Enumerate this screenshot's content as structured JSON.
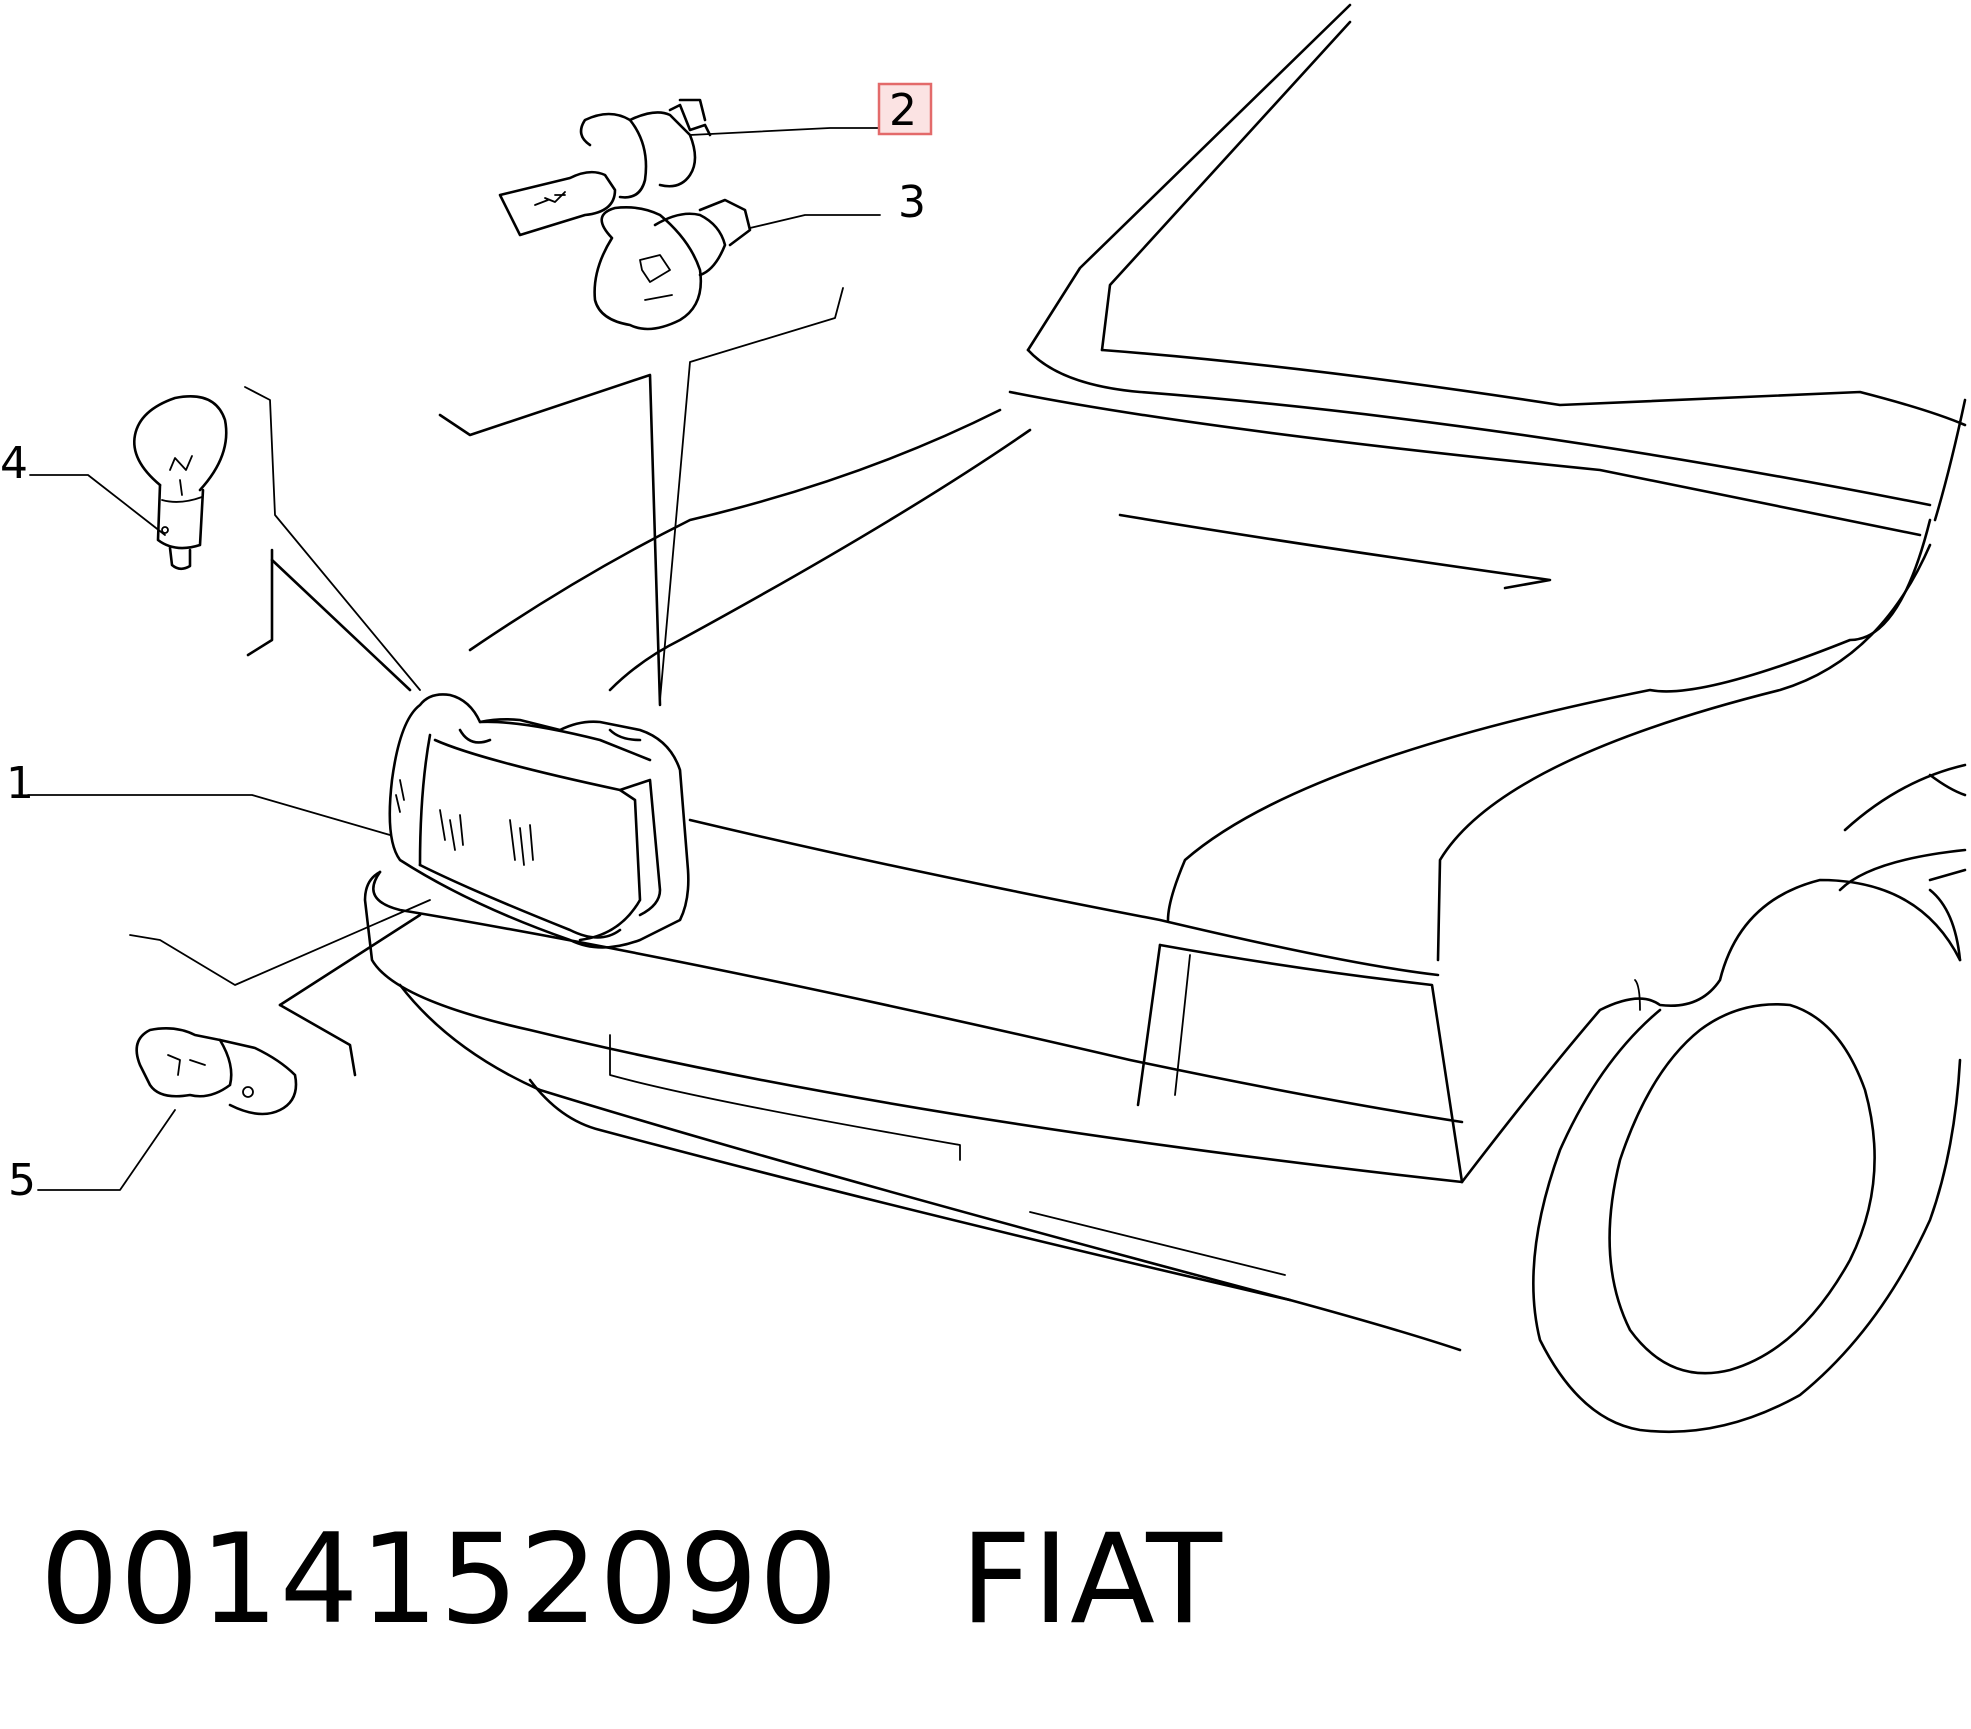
{
  "diagram": {
    "callouts": [
      {
        "id": "1",
        "label": "1",
        "part": "headlamp-assembly"
      },
      {
        "id": "2",
        "label": "2",
        "part": "halogen-bulb",
        "highlighted": true
      },
      {
        "id": "3",
        "label": "3",
        "part": "wedge-bulb"
      },
      {
        "id": "4",
        "label": "4",
        "part": "bayonet-bulb"
      },
      {
        "id": "5",
        "label": "5",
        "part": "small-bayonet-bulb"
      }
    ],
    "highlight_color": "#e36a6a"
  },
  "caption": {
    "part_number": "0014152090",
    "brand": "FIAT",
    "separator": "   "
  }
}
